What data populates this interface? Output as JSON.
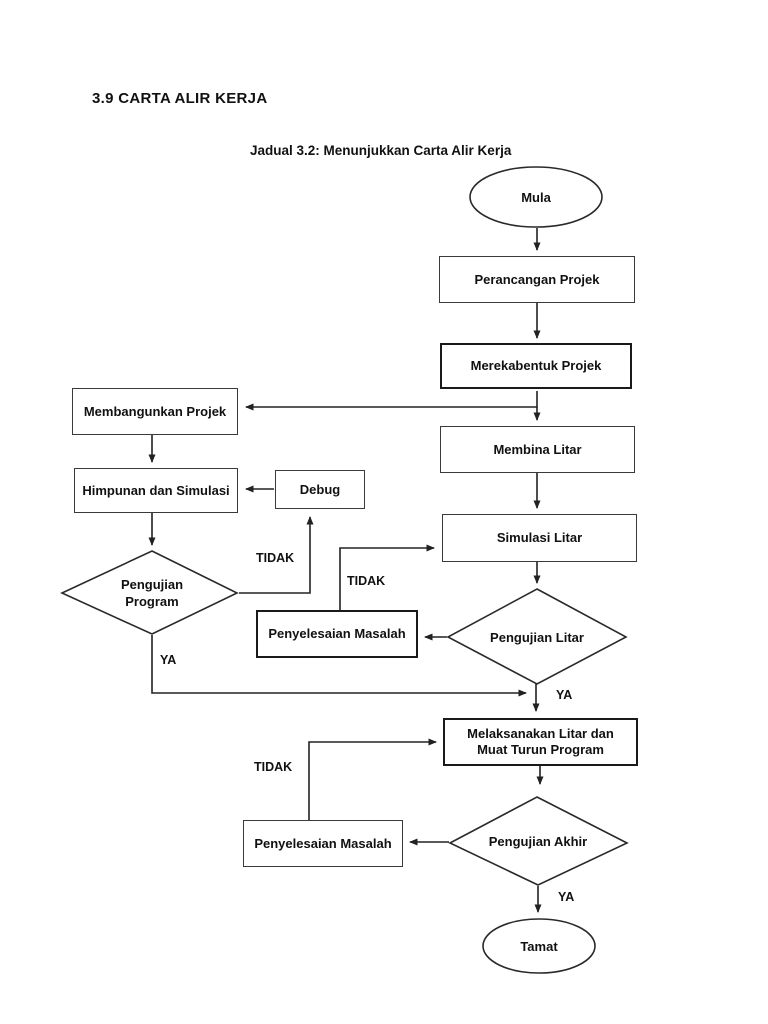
{
  "page": {
    "heading": "3.9 CARTA ALIR KERJA",
    "caption": "Jadual 3.2: Menunjukkan Carta Alir Kerja"
  },
  "nodes": {
    "mula": "Mula",
    "perancangan": "Perancangan Projek",
    "merekabentuk": "Merekabentuk Projek",
    "membangunkan": "Membangunkan Projek",
    "membina": "Membina Litar",
    "himpunan": "Himpunan dan Simulasi",
    "debug": "Debug",
    "simulasi": "Simulasi Litar",
    "pengujian_program": "Pengujian Program",
    "penyelesaian_1": "Penyelesaian Masalah",
    "pengujian_litar": "Pengujian Litar",
    "melaksanakan": "Melaksanakan Litar dan Muat Turun Program",
    "penyelesaian_2": "Penyelesaian Masalah",
    "pengujian_akhir": "Pengujian Akhir",
    "tamat": "Tamat"
  },
  "edge_labels": {
    "ya": "YA",
    "tidak": "TIDAK"
  },
  "colors": {
    "ink": "#222222",
    "background": "#ffffff"
  }
}
